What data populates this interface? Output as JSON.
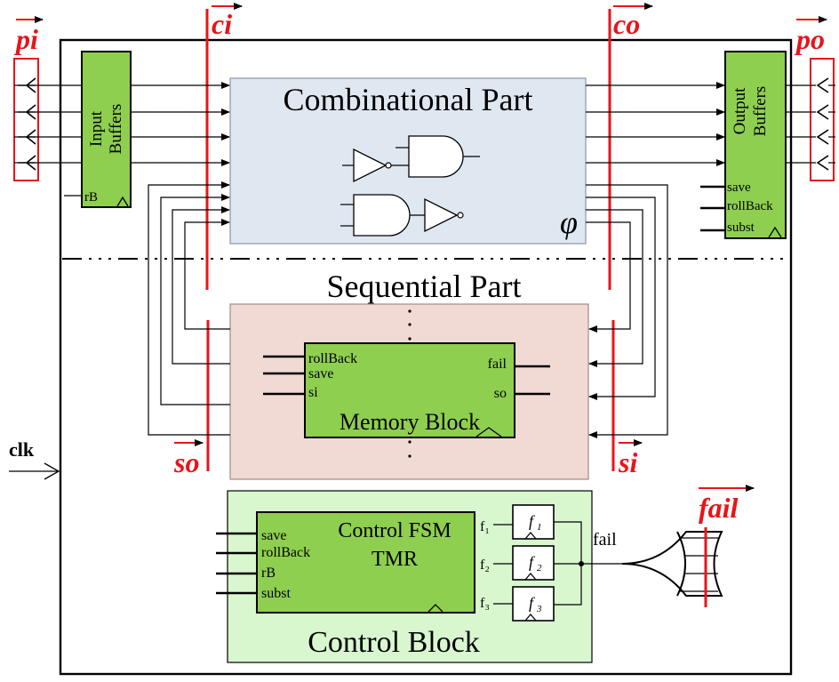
{
  "signals": {
    "pi": "pi",
    "ci": "ci",
    "co": "co",
    "po": "po",
    "so": "so",
    "si": "si",
    "fail": "fail",
    "clk": "clk"
  },
  "blocks": {
    "input_buffers": {
      "line1": "Input",
      "line2": "Buffers",
      "rb": "rB"
    },
    "output_buffers": {
      "line1": "Output",
      "line2": "Buffers",
      "save": "save",
      "rollback": "rollBack",
      "subst": "subst"
    },
    "combinational": {
      "title": "Combinational Part",
      "phi": "φ"
    },
    "sequential": {
      "title": "Sequential Part"
    },
    "memory": {
      "title": "Memory Block",
      "rollback": "rollBack",
      "save": "save",
      "si": "si",
      "fail": "fail",
      "so": "so"
    },
    "control_fsm": {
      "line1": "Control FSM",
      "line2": "TMR",
      "save": "save",
      "rollback": "rollBack",
      "rb": "rB",
      "subst": "subst",
      "f1": "f₁",
      "f2": "f₂",
      "f3": "f₃"
    },
    "control_block": {
      "title": "Control Block"
    },
    "flipflops": [
      {
        "label": "f",
        "sub": "1"
      },
      {
        "label": "f",
        "sub": "2"
      },
      {
        "label": "f",
        "sub": "3"
      }
    ],
    "fail_wire": "fail"
  },
  "colors": {
    "signal_red": "#e8141a",
    "green_block": "#8ecf50",
    "combinational_bg": "#dfe7f1",
    "sequential_bg": "#f1d9d4",
    "control_bg": "#d8f7cf"
  }
}
